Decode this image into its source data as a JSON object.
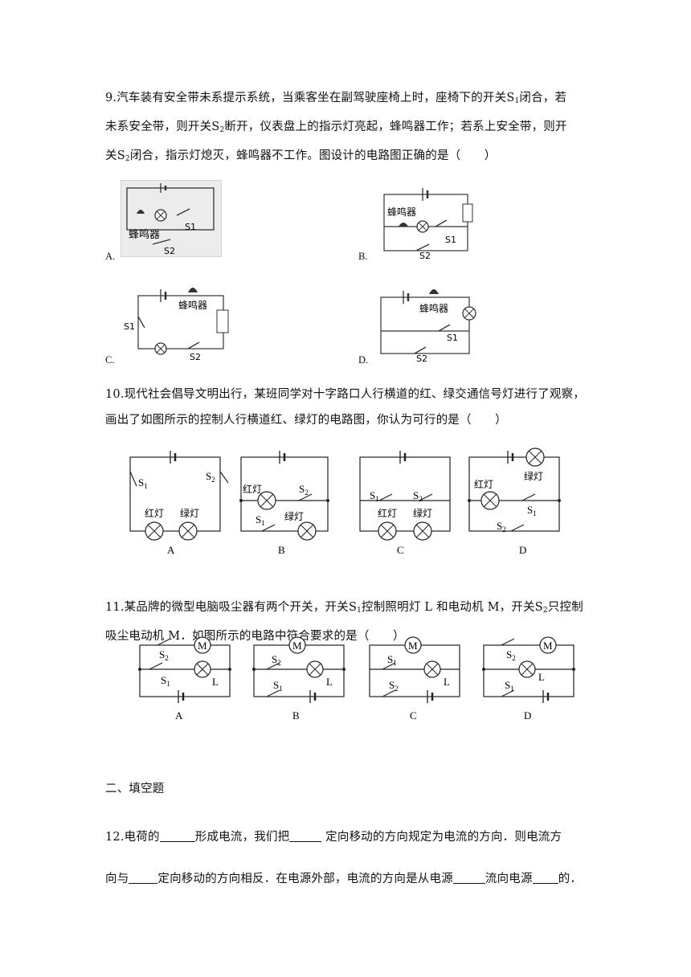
{
  "q9": {
    "text_a": "9.汽车装有安全带未系提示系统，当乘客坐在副驾驶座椅上时，座椅下的开关S",
    "sub1": "1",
    "text_b": "闭合，若",
    "line2_a": "未系安全带，则开关S",
    "sub2": "2",
    "line2_b": "断开，仪表盘上的指示灯亮起，蜂鸣器工作；若系上安全带，则开",
    "line3_a": "关S",
    "sub3": "2",
    "line3_b": "闭合，指示灯熄灭，蜂鸣器不工作。图设计的电路图正确的是（　　）",
    "options": [
      "A.",
      "B.",
      "C.",
      "D."
    ],
    "buzzer": "蜂鸣器",
    "s1": "S1",
    "s2": "S2"
  },
  "q10": {
    "line1": "10.现代社会倡导文明出行，某班同学对十字路口人行横道的红、绿交通信号灯进行了观察，",
    "line2": "画出了如图所示的控制人行横道红、绿灯的电路图，你认为可行的是（　　）",
    "red": "红灯",
    "green": "绿灯",
    "s1": "S",
    "s1sub": "1",
    "s2": "S",
    "s2sub": "2",
    "labels": [
      "A",
      "B",
      "C",
      "D"
    ]
  },
  "q11": {
    "line1_a": "11.某品牌的微型电脑吸尘器有两个开关，开关S",
    "sub1": "1",
    "line1_b": "控制照明灯 L 和电动机 M，开关S",
    "sub2": "2",
    "line1_c": "只控制",
    "line2": "吸尘电动机 M．如图所示的电路中符合要求的是（　　）",
    "motor": "M",
    "lamp": "L",
    "labels": [
      "A",
      "B",
      "C",
      "D"
    ]
  },
  "section2": {
    "title": "二、填空题"
  },
  "q12": {
    "line1_a": "12.电荷的",
    "line1_b": "形成电流，我们把",
    "line1_c": " 定向移动的方向规定为电流的方向．则电流方",
    "line2_a": "向与",
    "line2_b": "定向移动的方向相反．在电源外部，电流的方向是从电源",
    "line2_c": "流向电源",
    "line2_d": "的．"
  }
}
